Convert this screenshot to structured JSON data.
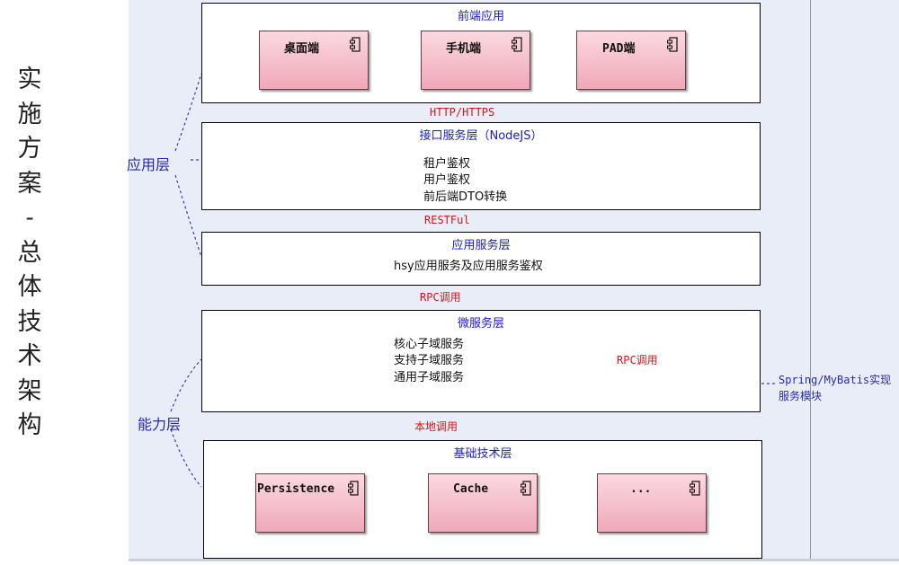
{
  "side_title": [
    "实",
    "施",
    "方",
    "案",
    "-",
    "总",
    "体",
    "技",
    "术",
    "架",
    "构"
  ],
  "layers": {
    "application": "应用层",
    "capability": "能力层"
  },
  "boxes": {
    "frontend": {
      "title": "前端应用",
      "components": [
        "桌面端",
        "手机端",
        "PAD端"
      ]
    },
    "interface": {
      "title": "接口服务层（NodeJS）",
      "items": [
        "租户鉴权",
        "用户鉴权",
        "前后端DTO转换"
      ]
    },
    "app_service": {
      "title": "应用服务层",
      "items": [
        "hsy应用服务及应用服务鉴权"
      ]
    },
    "micro": {
      "title": "微服务层",
      "items": [
        "核心子域服务",
        "支持子域服务",
        "通用子域服务"
      ],
      "rpc": "RPC调用"
    },
    "infra": {
      "title": "基础技术层",
      "components": [
        "Persistence",
        "Cache",
        "..."
      ]
    }
  },
  "connectors": [
    "HTTP/HTTPS",
    "RESTFul",
    "RPC调用",
    "本地调用"
  ],
  "note": "Spring/MyBatis实现服务模块"
}
